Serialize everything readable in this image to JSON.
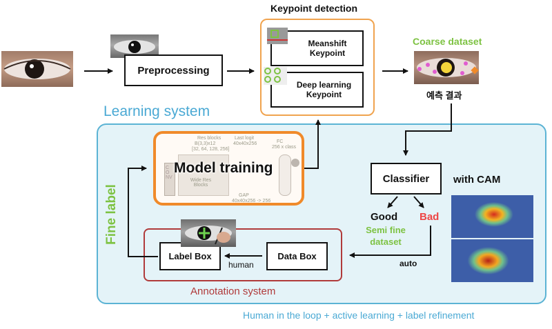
{
  "keypoint": {
    "title": "Keypoint detection",
    "meanshift": "Meanshift Keypoint",
    "deep": "Deep learning Keypoint"
  },
  "preprocessing": "Preprocessing",
  "coarse": {
    "title": "Coarse dataset",
    "caption": "예측 결과"
  },
  "learning_system": "Learning system",
  "fine_label": "Fine label",
  "model_training": {
    "title": "Model training",
    "res_blocks": "Res blocks",
    "res_spec1": "B(3,3)x12",
    "res_spec2": "[32, 64, 128, 256]",
    "last_logit": "Last logit",
    "logit_dim": "40x40x256",
    "fc": "FC",
    "fc_dim": "256 x class",
    "conv": "CONV",
    "wide_res": "Wide Res Blocks",
    "gap": "GAP",
    "gap_dim": "40x40x256 -> 256"
  },
  "classifier": {
    "label": "Classifier",
    "good": "Good",
    "bad": "Bad",
    "semi": "Semi fine dataset",
    "cam": "with CAM"
  },
  "annotation": {
    "title": "Annotation system",
    "label_box": "Label Box",
    "data_box": "Data Box",
    "human": "human",
    "auto": "auto"
  },
  "footer": "Human in the loop + active learning + label refinement",
  "colors": {
    "panel_bg": "#e4f3f8",
    "panel_border": "#5bb3d4",
    "keypoint_border": "#f0a34e",
    "model_border": "#f08a2a",
    "annotation_border": "#b03a3a",
    "green": "#7dc242",
    "red": "#ee4444",
    "blue": "#4aa9d4"
  }
}
